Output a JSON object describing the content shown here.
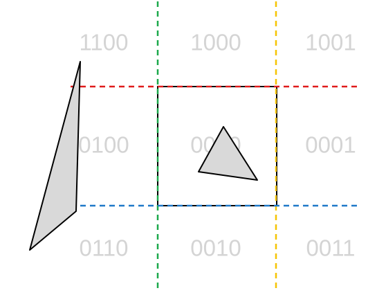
{
  "region_codes": {
    "top_left": "1100",
    "top_center": "1000",
    "top_right": "1001",
    "middle_left": "0100",
    "middle_center": "0000",
    "middle_right": "0001",
    "bottom_left": "0110",
    "bottom_center": "0010",
    "bottom_right": "0011"
  },
  "colors": {
    "region_code_text": "#d4d4d4",
    "left_boundary": "#1aa84a",
    "right_boundary": "#f5c400",
    "top_boundary": "#e01b1b",
    "bottom_boundary": "#1f78c8",
    "window_border": "#000000",
    "shape_fill": "#d9d9d9",
    "shape_stroke": "#000000"
  }
}
